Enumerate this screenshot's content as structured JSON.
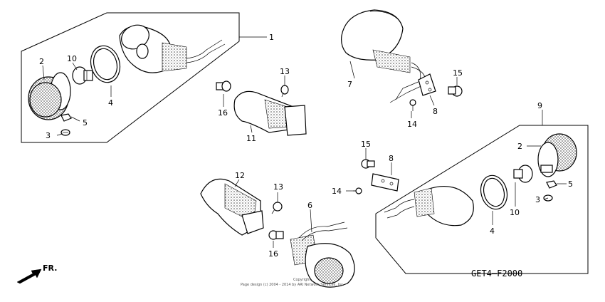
{
  "diagram": {
    "part_labels": {
      "p1": "1",
      "p2a": "2",
      "p10a": "10",
      "p4a": "4",
      "p5a": "5",
      "p3a": "3",
      "p13a": "13",
      "p16a": "16",
      "p11": "11",
      "p7": "7",
      "p15a": "15",
      "p8a": "8",
      "p14a": "14",
      "p9": "9",
      "p2b": "2",
      "p5b": "5",
      "p3b": "3",
      "p10b": "10",
      "p4b": "4",
      "p15b": "15",
      "p8b": "8",
      "p14b": "14",
      "p12": "12",
      "p13b": "13",
      "p6": "6",
      "p16b": "16"
    },
    "diagram_code": "GET4–F2000",
    "direction_label": "FR.",
    "copyright_line1": "Copyright",
    "copyright_line2": "Page design (c) 2004 - 2014 by ARI Network Services, Inc."
  }
}
